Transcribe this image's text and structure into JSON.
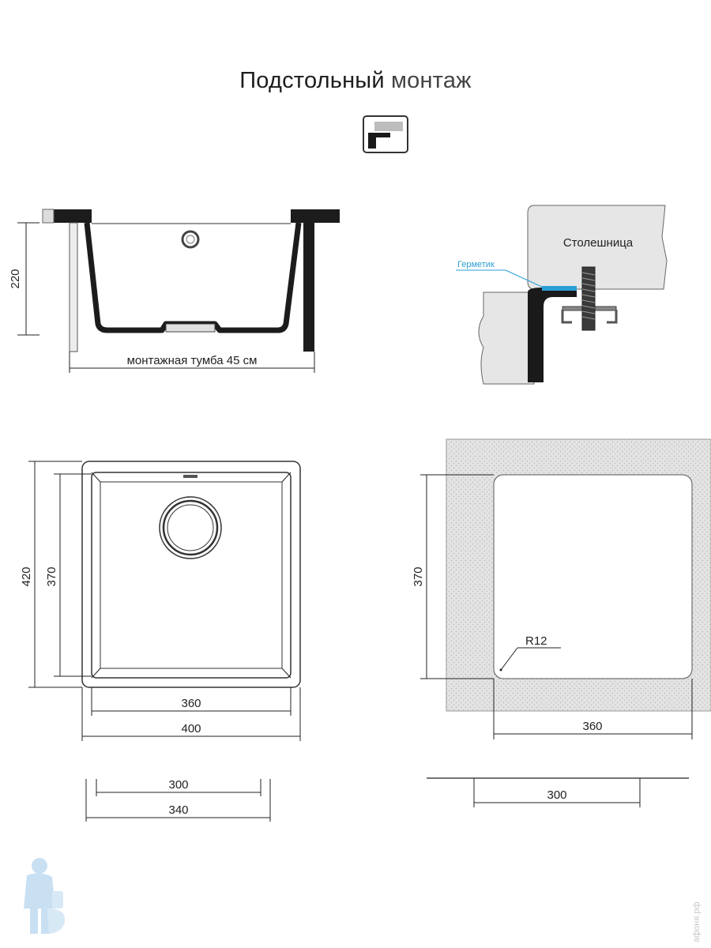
{
  "title": {
    "part1": "Подстольный",
    "part2": "монтаж"
  },
  "side_view": {
    "height_label": "220",
    "cabinet_label": "монтажная тумба 45 см"
  },
  "detail_view": {
    "countertop_label": "Столешница",
    "sealant_label": "Герметик",
    "sealant_color": "#2a9fd6"
  },
  "top_view": {
    "outer_height": "420",
    "inner_height": "370",
    "inner_width": "360",
    "outer_width": "400",
    "base_inner": "300",
    "base_outer": "340"
  },
  "cutout_view": {
    "height": "370",
    "radius_label": "R12",
    "width": "360",
    "base_width": "300"
  },
  "watermark": "афоня.рф"
}
